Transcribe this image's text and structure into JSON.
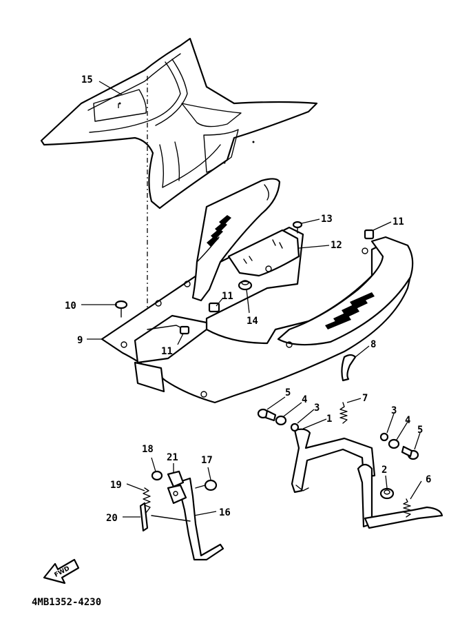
{
  "diagram": {
    "part_code": "4MB1352-4230",
    "fwd_label": "FWD",
    "callouts": {
      "c1": "1",
      "c2": "2",
      "c3a": "3",
      "c3b": "3",
      "c4a": "4",
      "c4b": "4",
      "c5a": "5",
      "c5b": "5",
      "c6": "6",
      "c7": "7",
      "c8": "8",
      "c9": "9",
      "c10": "10",
      "c11a": "11",
      "c11b": "11",
      "c11c": "11",
      "c12": "12",
      "c13": "13",
      "c14": "14",
      "c15": "15",
      "c16": "16",
      "c17": "17",
      "c18": "18",
      "c19": "19",
      "c20": "20",
      "c21": "21"
    }
  }
}
